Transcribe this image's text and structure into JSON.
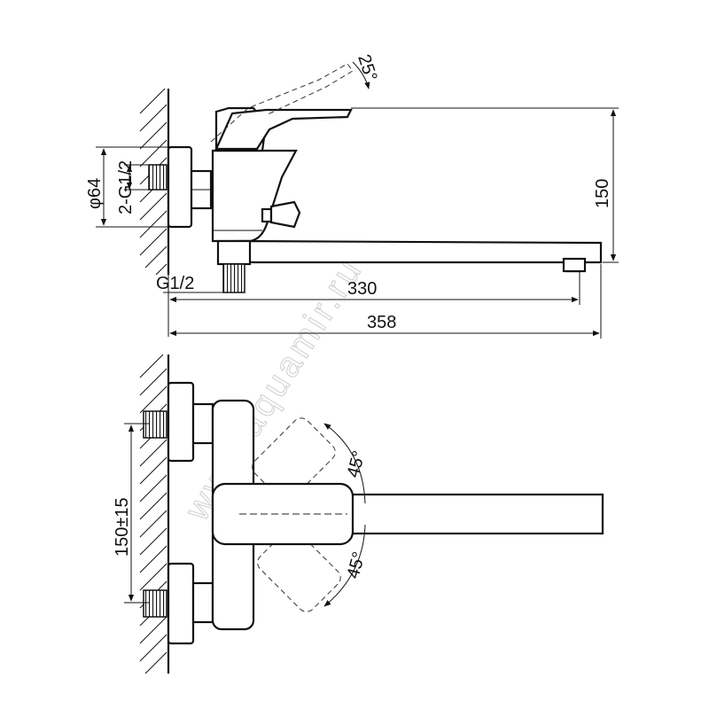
{
  "watermark": "www.aquamir.ru",
  "side_view": {
    "dim_angle": "25°",
    "dim_height": "150",
    "dim_diameter": "φ64",
    "dim_inlet_thread": "2-G1/2",
    "dim_outlet_thread": "G1/2",
    "dim_spout_length": "330",
    "dim_total_length": "358"
  },
  "top_view": {
    "dim_center_distance": "150±15",
    "dim_angle_upper": "45°",
    "dim_angle_lower": "45°"
  }
}
